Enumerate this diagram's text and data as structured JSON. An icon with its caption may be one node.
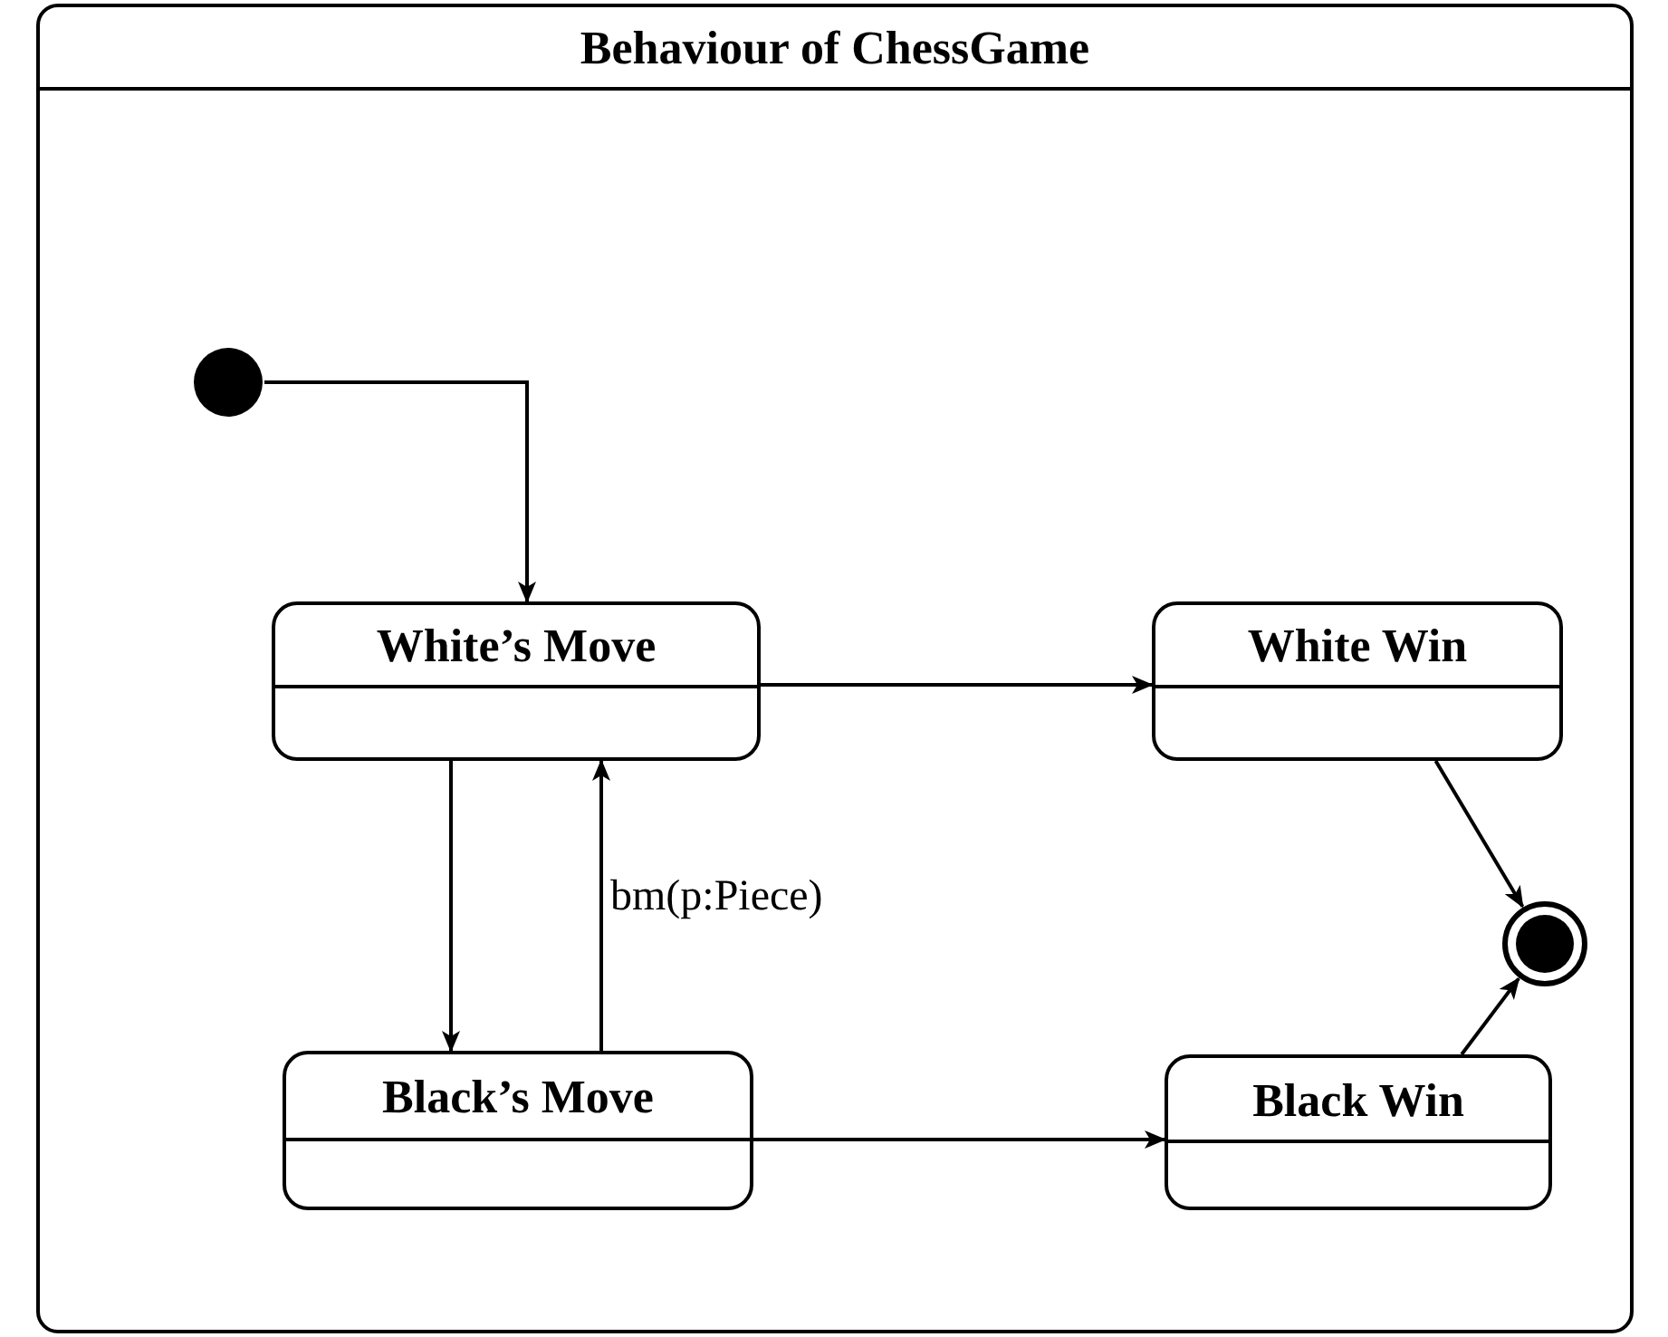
{
  "diagram": {
    "nodes": [
      {
        "text": [
          "Behaviour of ChessGame"
        ]
      },
      {
        "text": [],
        "shape": "circle",
        "in": 0
      },
      {
        "text": [
          "White’s Move"
        ],
        "in": 0
      },
      {
        "text": [
          "White Win"
        ],
        "in": 0
      },
      {
        "text": [
          "Black’s Move"
        ],
        "in": 0
      },
      {
        "text": [
          "Black Win"
        ],
        "in": 0
      },
      {
        "text": [],
        "shape": "bullseye",
        "in": 0
      }
    ],
    "edges": [
      {
        "from": 1,
        "to": 2,
        "arrow": "to"
      },
      {
        "from": 2,
        "to": 3,
        "arrow": "to"
      },
      {
        "from": 2,
        "to": 4,
        "arrow": "to"
      },
      {
        "from": 4,
        "to": 2,
        "arrow": "to",
        "label": "bm(p:Piece)"
      },
      {
        "from": 4,
        "to": 5,
        "arrow": "to"
      },
      {
        "from": 3,
        "to": 6,
        "arrow": "to"
      },
      {
        "from": 5,
        "to": 6,
        "arrow": "to"
      }
    ]
  }
}
